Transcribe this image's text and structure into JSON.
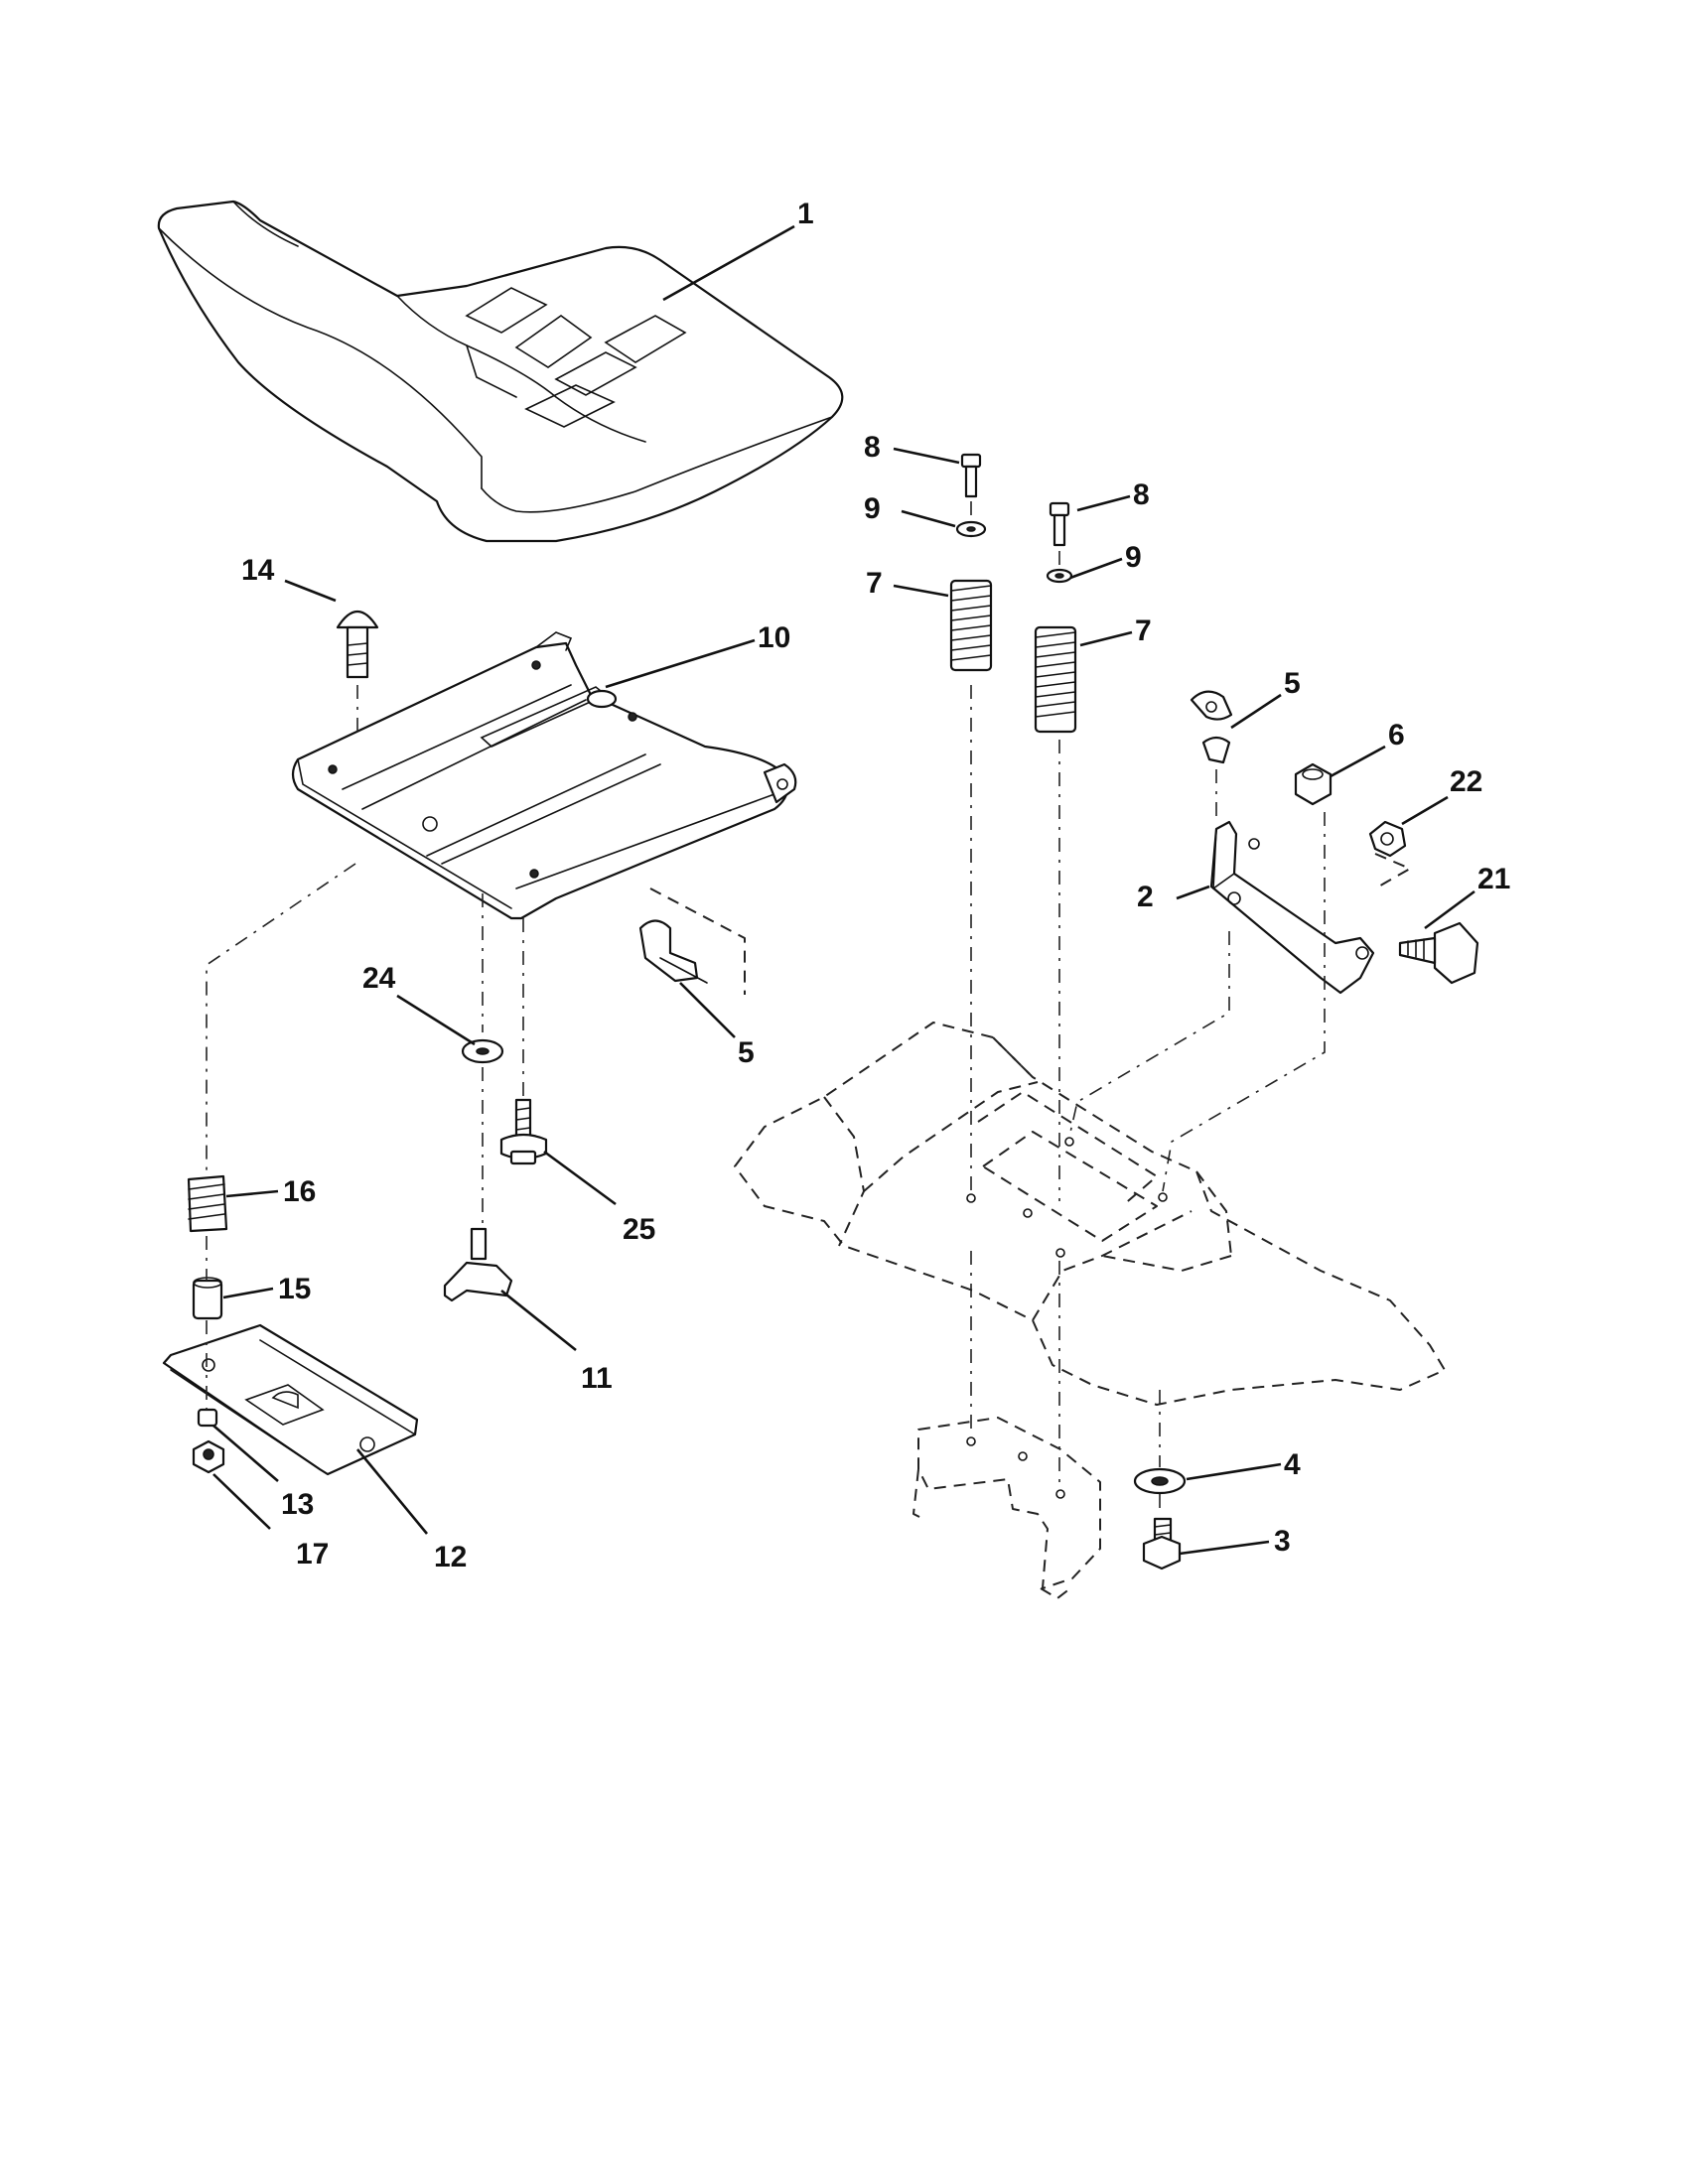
{
  "diagram": {
    "type": "exploded-parts-view",
    "colors": {
      "ink": "#111111",
      "paper": "#ffffff"
    },
    "callouts": [
      "1",
      "2",
      "3",
      "4",
      "5",
      "5",
      "6",
      "7",
      "7",
      "8",
      "8",
      "9",
      "9",
      "10",
      "11",
      "12",
      "13",
      "14",
      "15",
      "16",
      "17",
      "21",
      "22",
      "24",
      "25"
    ]
  }
}
